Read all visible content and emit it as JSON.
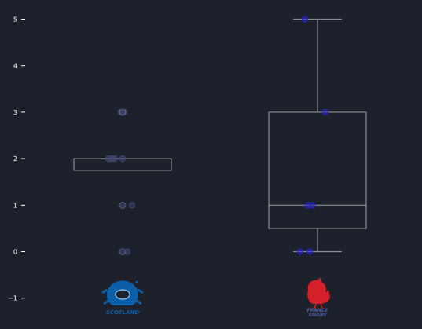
{
  "chart_data": {
    "type": "box",
    "title": "",
    "xlabel": "",
    "ylabel": "",
    "ylim": [
      -1.25,
      5.2
    ],
    "yticks": [
      -1,
      0,
      1,
      2,
      3,
      4,
      5
    ],
    "ytick_labels": [
      "−1",
      "0",
      "1",
      "2",
      "3",
      "4",
      "5"
    ],
    "grid": false,
    "categories": [
      "Scotland",
      "France"
    ],
    "boxes": [
      {
        "q1": 1.75,
        "median": 2.0,
        "q3": 2.0,
        "whisker_low": 1.75,
        "whisker_high": 2.0,
        "outliers": [
          0,
          1,
          3
        ],
        "points": [
          0,
          0,
          1,
          1,
          2,
          2,
          2,
          2,
          3,
          3
        ],
        "point_color": "#3f4a73"
      },
      {
        "q1": 0.5,
        "median": 1.0,
        "q3": 3.0,
        "whisker_low": 0,
        "whisker_high": 5,
        "outliers": [],
        "points": [
          0,
          0,
          1,
          1,
          3,
          5
        ],
        "point_color": "#2424d0"
      }
    ],
    "logos": [
      {
        "name": "scotland-rugby-logo",
        "text": "SCOTLAND",
        "color": "#0b5fa8"
      },
      {
        "name": "france-rugby-logo",
        "text": "FRANCE RUGBY",
        "color": "#d3202a"
      }
    ]
  },
  "colors": {
    "background": "#1d212b",
    "box_line": "#8a8c91",
    "axis_text": "#ffffff"
  }
}
